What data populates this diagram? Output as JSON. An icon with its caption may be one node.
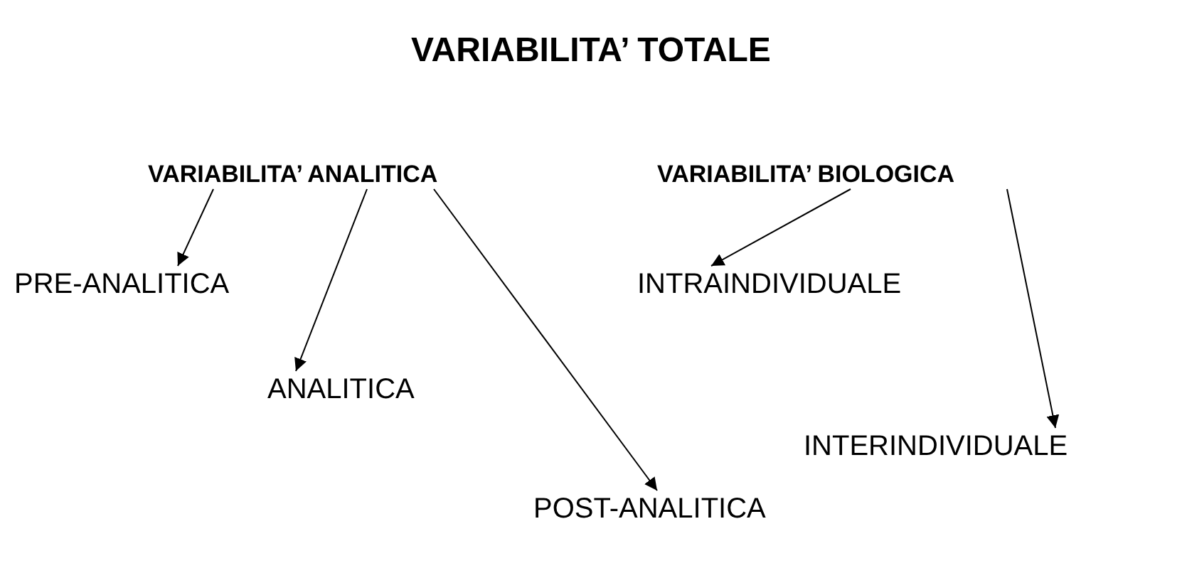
{
  "diagram": {
    "title": "VARIABILITA’ TOTALE",
    "nodes": [
      {
        "text": [
          "VARIABILITA’ ANALITICA"
        ]
      },
      {
        "text": [
          "VARIABILITA’ BIOLOGICA"
        ]
      },
      {
        "text": [
          "PRE-ANALITICA"
        ]
      },
      {
        "text": [
          "ANALITICA"
        ]
      },
      {
        "text": [
          "POST-ANALITICA"
        ]
      },
      {
        "text": [
          "INTRAINDIVIDUALE"
        ]
      },
      {
        "text": [
          "INTERINDIVIDUALE"
        ]
      }
    ],
    "edges": [
      {
        "from": 0,
        "to": 2,
        "arrow": "to"
      },
      {
        "from": 0,
        "to": 3,
        "arrow": "to"
      },
      {
        "from": 0,
        "to": 4,
        "arrow": "to"
      },
      {
        "from": 1,
        "to": 5,
        "arrow": "to"
      },
      {
        "from": 1,
        "to": 6,
        "arrow": "to"
      }
    ]
  }
}
